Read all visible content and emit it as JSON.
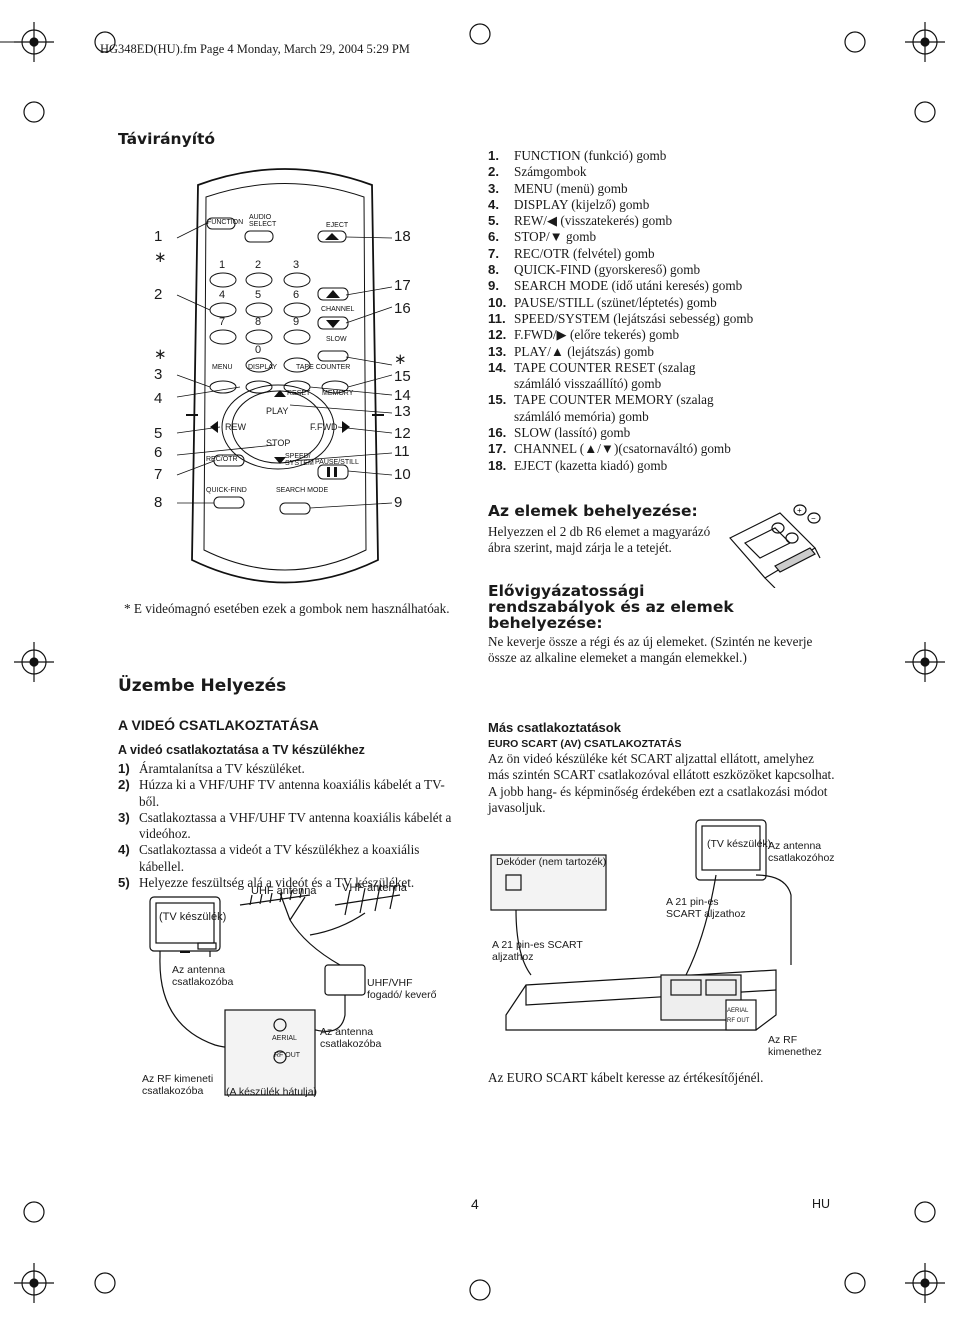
{
  "header": {
    "filename_line": "HG348ED(HU).fm  Page 4  Monday, March 29, 2004  5:29 PM"
  },
  "remote": {
    "title": "Távirányító",
    "left_callouts": [
      "1",
      "∗",
      "2",
      "∗",
      "3",
      "4",
      "5",
      "6",
      "7",
      "8"
    ],
    "right_callouts": [
      "18",
      "17",
      "16",
      "∗",
      "15",
      "14",
      "13",
      "12",
      "11",
      "10",
      "9"
    ],
    "button_labels": {
      "function": "FUNCTION",
      "audio_select": "AUDIO SELECT",
      "eject": "EJECT",
      "k1": "1",
      "k2": "2",
      "k3": "3",
      "k4": "4",
      "k5": "5",
      "k6": "6",
      "k7": "7",
      "k8": "8",
      "k9": "9",
      "k0": "0",
      "channel": "CHANNEL",
      "slow": "SLOW",
      "menu": "MENU",
      "display": "DISPLAY",
      "tape_counter": "TAPE COUNTER",
      "reset": "RESET",
      "memory": "MEMORY",
      "play": "PLAY",
      "rew": "REW",
      "ffwd": "F.FWD",
      "stop": "STOP",
      "rec_otr": "REC/OTR",
      "speed_system": "SPEED/ SYSTEM",
      "pause_still": "PAUSE/STILL",
      "quick_find": "QUICK-FIND",
      "search_mode": "SEARCH MODE"
    },
    "footnote": "* E videómagnó esetében ezek a gombok nem használhatóak."
  },
  "legend": [
    {
      "num": "1.",
      "text": "FUNCTION (funkció) gomb"
    },
    {
      "num": "2.",
      "text": "Számgombok"
    },
    {
      "num": "3.",
      "text": "MENU (menü) gomb"
    },
    {
      "num": "4.",
      "text": "DISPLAY (kijelző) gomb"
    },
    {
      "num": "5.",
      "text": "REW/◀ (visszatekerés) gomb"
    },
    {
      "num": "6.",
      "text": "STOP/▼ gomb"
    },
    {
      "num": "7.",
      "text": "REC/OTR (felvétel) gomb"
    },
    {
      "num": "8.",
      "text": "QUICK-FIND (gyorskereső) gomb"
    },
    {
      "num": "9.",
      "text": "SEARCH MODE (idő utáni keresés) gomb"
    },
    {
      "num": "10.",
      "text": "PAUSE/STILL (szünet/léptetés) gomb"
    },
    {
      "num": "11.",
      "text": "SPEED/SYSTEM (lejátszási sebesség) gomb"
    },
    {
      "num": "12.",
      "text": "F.FWD/▶ (előre tekerés) gomb"
    },
    {
      "num": "13.",
      "text": "PLAY/▲ (lejátszás) gomb"
    },
    {
      "num": "14.",
      "text": "TAPE COUNTER RESET (szalag számláló visszaállító) gomb"
    },
    {
      "num": "15.",
      "text": "TAPE COUNTER MEMORY (szalag számláló memória) gomb"
    },
    {
      "num": "16.",
      "text": "SLOW (lassító) gomb"
    },
    {
      "num": "17.",
      "text": "CHANNEL (▲/▼)(csatornaváltó) gomb"
    },
    {
      "num": "18.",
      "text": "EJECT (kazetta kiadó) gomb"
    }
  ],
  "batteries": {
    "heading": "Az elemek behelyezése:",
    "text": "Helyezzen el 2 db R6 elemet a magyarázó ábra szerint, majd zárja le a tetejét.",
    "plus": "+",
    "minus": "−"
  },
  "precautions": {
    "heading": "Elővigyázatossági rendszabályok és az elemek behelyezése:",
    "text": "Ne keverje össze a régi és az új elemeket. (Szintén ne keverje össze az alkaline elemeket a mangán elemekkel.)"
  },
  "setup": {
    "title": "Üzembe Helyezés",
    "video_heading": "A VIDEÓ CSATLAKOZTATÁSA",
    "video_subheading": "A videó csatlakoztatása a TV készülékhez",
    "steps": [
      {
        "num": "1)",
        "text": "Áramtalanítsa a TV készüléket."
      },
      {
        "num": "2)",
        "text": "Húzza ki a VHF/UHF TV antenna koaxiális kábelét a TV-ből."
      },
      {
        "num": "3)",
        "text": "Csatlakoztassa a VHF/UHF TV antenna koaxiális kábelét a videóhoz."
      },
      {
        "num": "4)",
        "text": "Csatlakoztassa a videót a TV készülékhez a koaxiális kábellel."
      },
      {
        "num": "5)",
        "text": "Helyezze feszültség alá a videót és a TV készüléket."
      }
    ],
    "diagram1": {
      "uhf": "UHF antenna",
      "vhf": "VHF antenna",
      "tv": "(TV készülék)",
      "antenna_in": "Az antenna csatlakozóba",
      "combiner": "UHF/VHF fogadó/ keverő",
      "aerial": "AERIAL",
      "rf_out": "RF OUT",
      "antenna_in2": "Az antenna csatlakozóba",
      "rf_out_label": "Az RF kimeneti csatlakozóba",
      "back": "(A készülék hátulja)"
    },
    "other_heading": "Más csatlakoztatások",
    "euro_heading": "EURO SCART (AV) CSATLAKOZTATÁS",
    "euro_text": "Az ön videó készüléke két SCART aljzattal ellátott, amelyhez más szintén SCART csatlakozóval ellátott eszközöket kapcsolhat. A jobb hang- és képminőség érdekében ezt a csatlakozási módot javasoljuk.",
    "diagram2": {
      "decoder": "Dekóder (nem tartozék)",
      "tv": "(TV készülék)",
      "antenna_in": "Az antenna csatlakozóhoz",
      "scart21a": "A 21 pin-es SCART aljzathoz",
      "scart21b": "A 21 pin-es SCART aljzathoz",
      "rf_out": "Az RF kimenethez",
      "aerial": "AERIAL",
      "rf_out_small": "RF OUT"
    },
    "euro_note": "Az EURO SCART kábelt keresse az értékesítőjénél."
  },
  "footer": {
    "page_number": "4",
    "language": "HU"
  }
}
